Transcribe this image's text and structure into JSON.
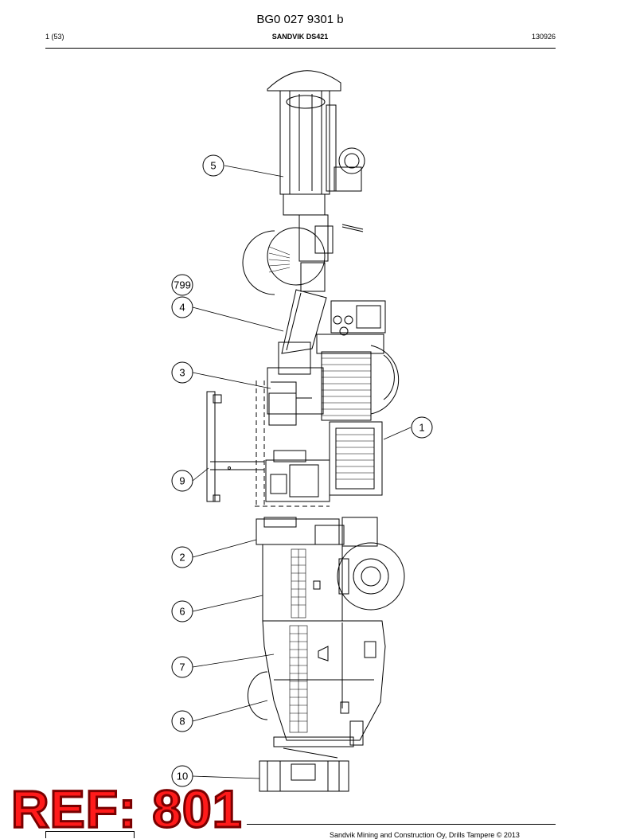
{
  "header": {
    "doc_number": "BG0 027 9301 b",
    "page": "1 (53)",
    "product": "SANDVIK DS421",
    "date_code": "130926"
  },
  "callouts": [
    "5",
    "799",
    "4",
    "3",
    "9",
    "1",
    "2",
    "6",
    "7",
    "8",
    "10"
  ],
  "stamp": {
    "text": "REF: 801",
    "color": "#ff1a1a"
  },
  "footer": {
    "copyright": "Sandvik Mining and Construction Oy, Drills Tampere © 2013"
  }
}
